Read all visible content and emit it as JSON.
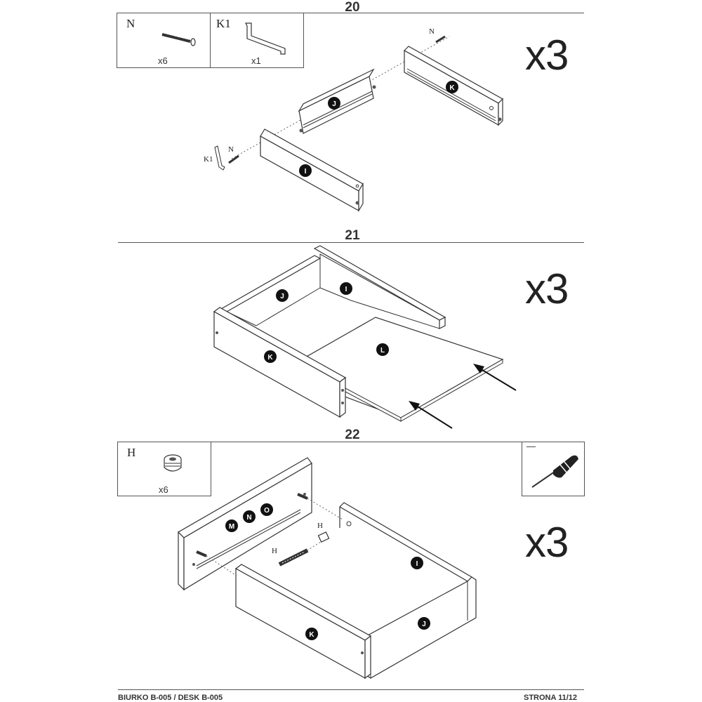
{
  "steps": [
    {
      "number": "20",
      "multiplier": "x3",
      "parts": [
        {
          "code": "N",
          "qty": "x6"
        },
        {
          "code": "K1",
          "qty": "x1"
        }
      ],
      "callouts": {
        "n": "N",
        "k1": "K1"
      },
      "panels": {
        "i": "I",
        "j": "J",
        "k": "K"
      }
    },
    {
      "number": "21",
      "multiplier": "x3",
      "panels": {
        "j": "J",
        "i": "I",
        "k": "K",
        "l": "L"
      }
    },
    {
      "number": "22",
      "multiplier": "x3",
      "parts": [
        {
          "code": "H",
          "qty": "x6"
        }
      ],
      "tool_label": "—",
      "callouts": {
        "h1": "H",
        "h2": "H"
      },
      "panels": {
        "m": "M",
        "n": "N",
        "o": "O",
        "i": "I",
        "j": "J",
        "k": "K"
      }
    }
  ],
  "footer": {
    "left": "BIURKO B-005 / DESK B-005",
    "right": "STRONA 11/12"
  }
}
